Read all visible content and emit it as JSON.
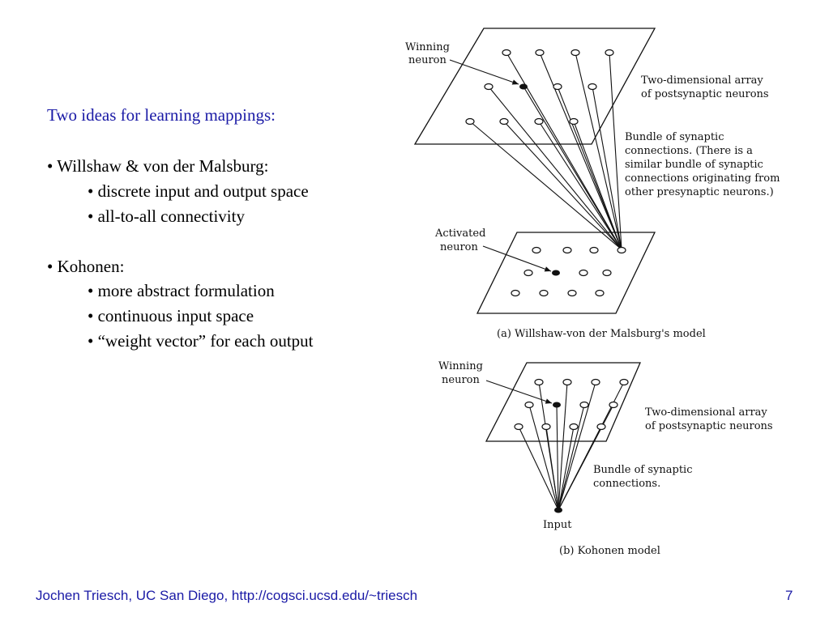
{
  "slide": {
    "title": "Two ideas for learning mappings:",
    "bullets": [
      "• Willshaw & von der Malsburg:",
      "• discrete input and output space",
      "• all-to-all connectivity",
      "• Kohonen:",
      "• more abstract formulation",
      "• continuous input space",
      "• “weight vector” for each output"
    ]
  },
  "figure_a": {
    "winning_line1": "Winning",
    "winning_line2": "neuron",
    "array_line1": "Two-dimensional array",
    "array_line2": "of postsynaptic neurons",
    "bundle_lines": [
      "Bundle of synaptic",
      "connections. (There is a",
      "similar bundle of synaptic",
      "connections originating from",
      "other presynaptic neurons.)"
    ],
    "activated_line1": "Activated",
    "activated_line2": "neuron",
    "caption": "(a) Willshaw-von der Malsburg's model"
  },
  "figure_b": {
    "winning_line1": "Winning",
    "winning_line2": "neuron",
    "array_line1": "Two-dimensional array",
    "array_line2": "of postsynaptic neurons",
    "bundle_line1": "Bundle of synaptic",
    "bundle_line2": "connections.",
    "input_label": "Input",
    "caption": "(b) Kohonen model"
  },
  "footer": {
    "author": "Jochen Triesch, UC San Diego, http://cogsci.ucsd.edu/~triesch",
    "page_number": "7"
  },
  "colors": {
    "title": "#1a1aa6",
    "footer": "#1a1aa6",
    "diagram_ink": "#111111"
  }
}
